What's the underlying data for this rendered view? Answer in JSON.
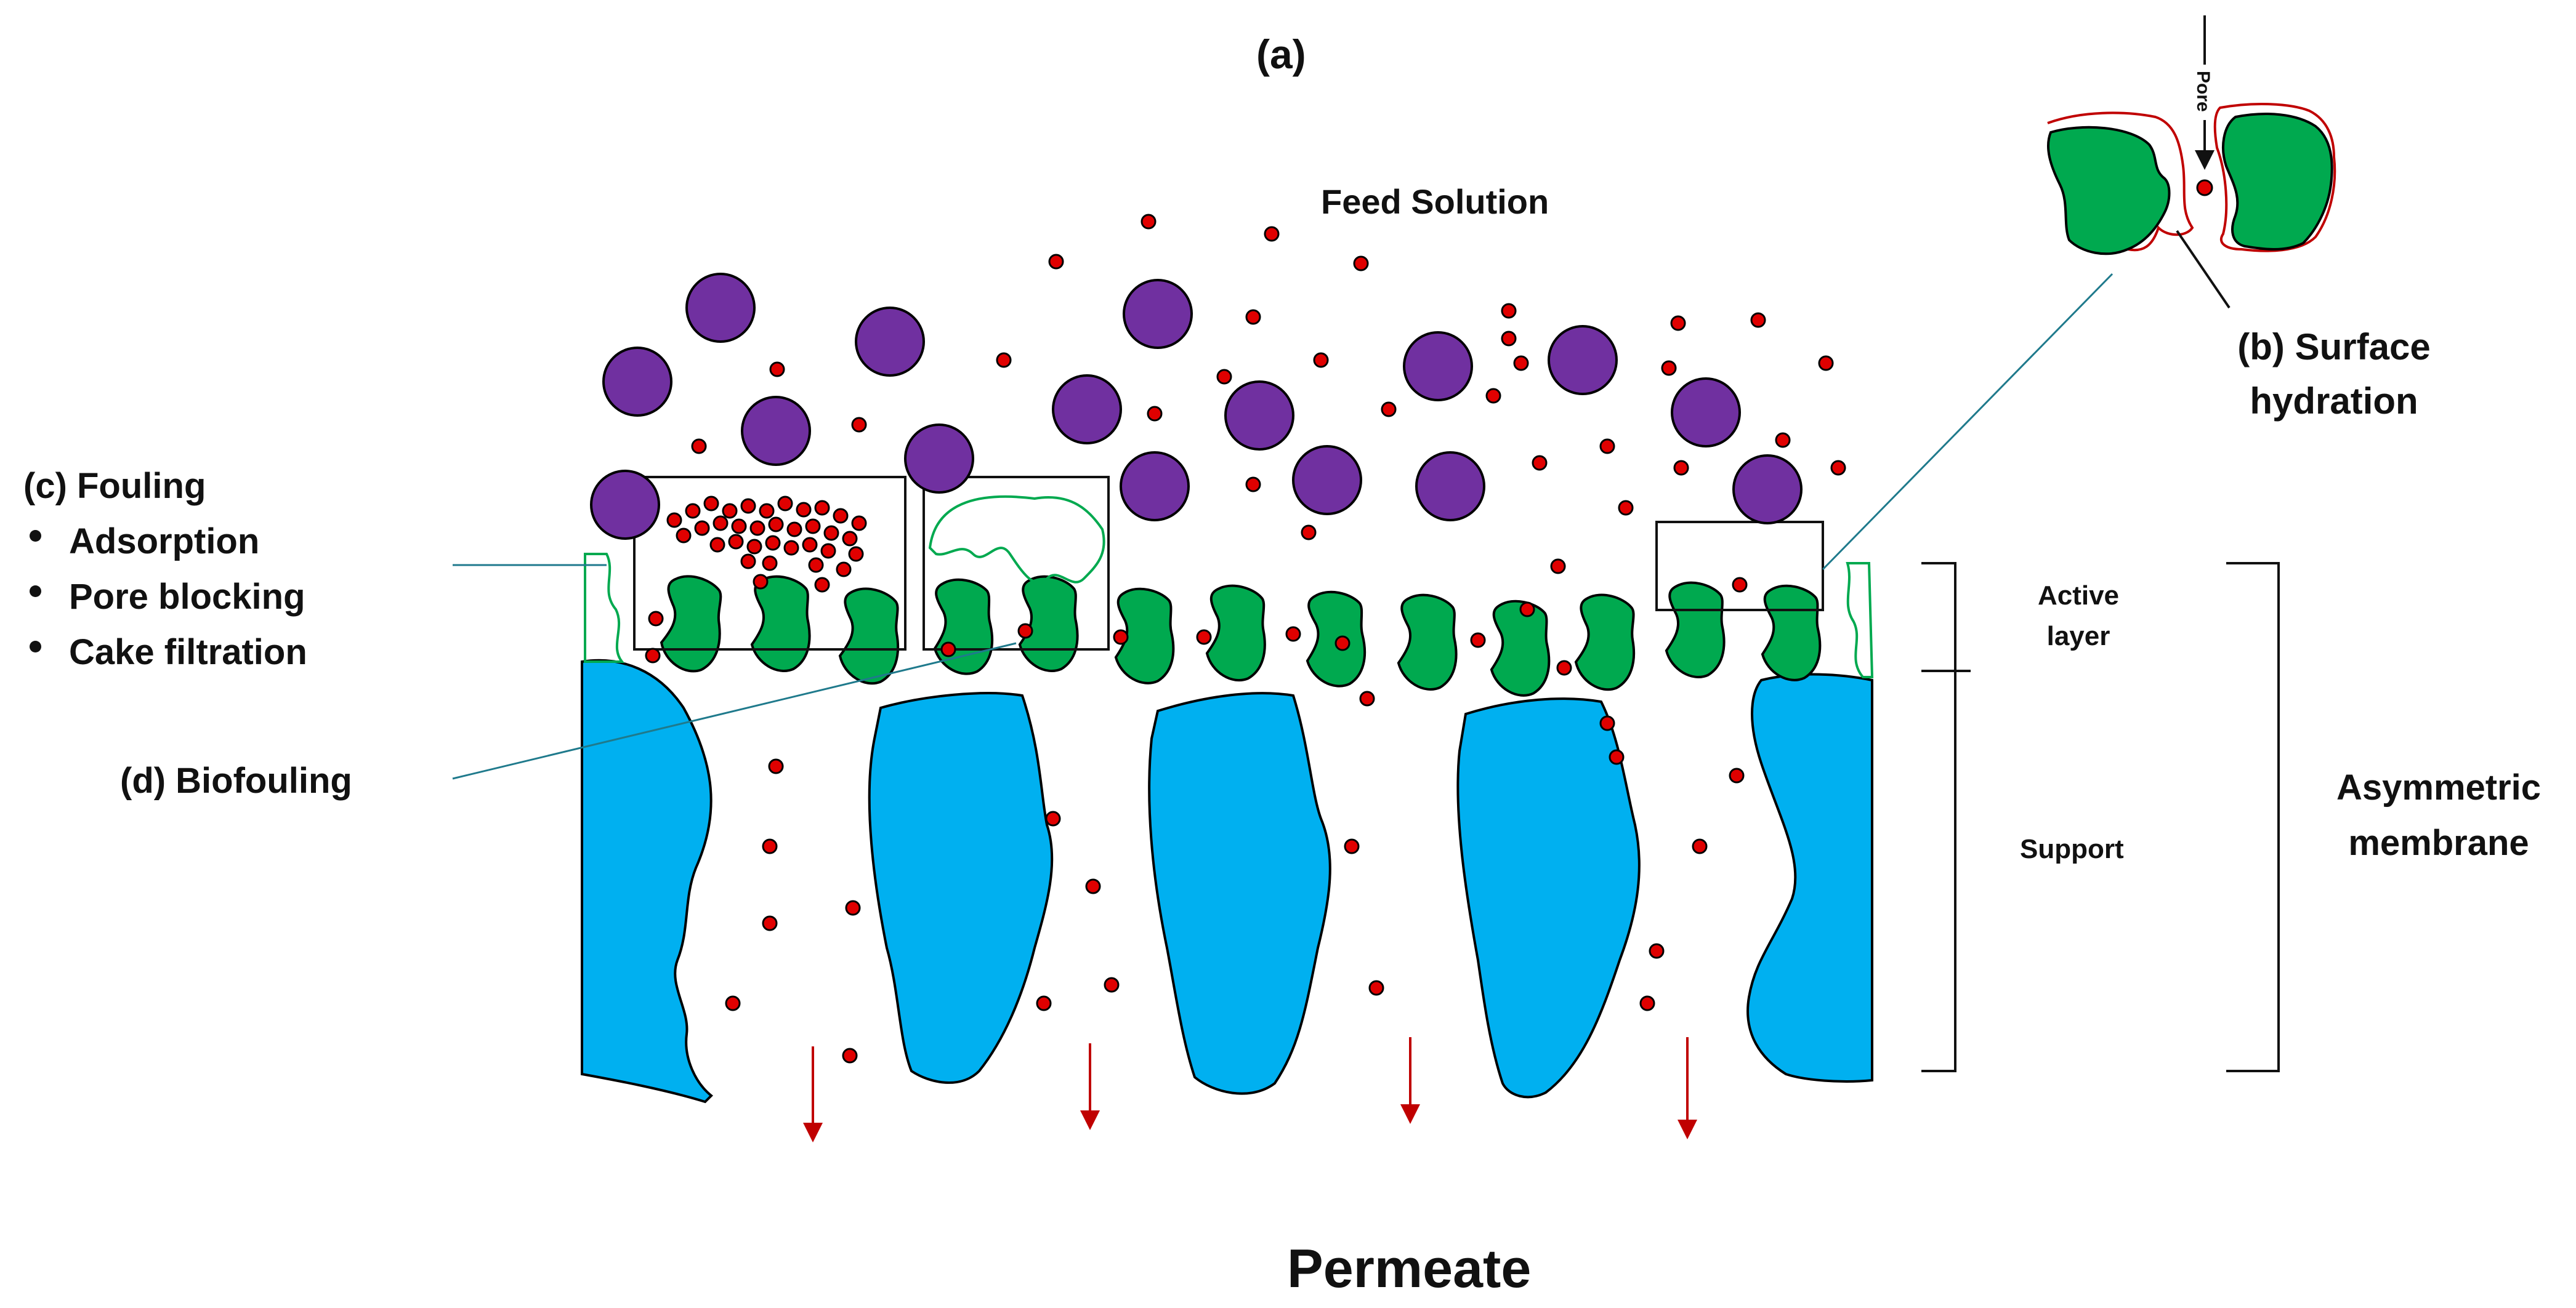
{
  "labels": {
    "panel_a": "(a)",
    "feed": "Feed Solution",
    "permeate": "Permeate",
    "surface_hydration": "(b) Surface hydration",
    "pore": "Pore",
    "fouling_title": "(c) Fouling",
    "fouling_items": [
      "Adsorption",
      "Pore blocking",
      "Cake filtration"
    ],
    "biofouling": "(d) Biofouling",
    "active_layer": "Active layer",
    "support": "Support",
    "asymmetric_membrane": "Asymmetric membrane"
  },
  "colors": {
    "foulant": "#7030a0",
    "solute": "#e00000",
    "active_layer": "#00a94f",
    "support": "#00b0f0",
    "biofilm": "#00a94f",
    "hydration": "#c00000",
    "arrow": "#c00000",
    "leader": "#1f7a8c"
  }
}
